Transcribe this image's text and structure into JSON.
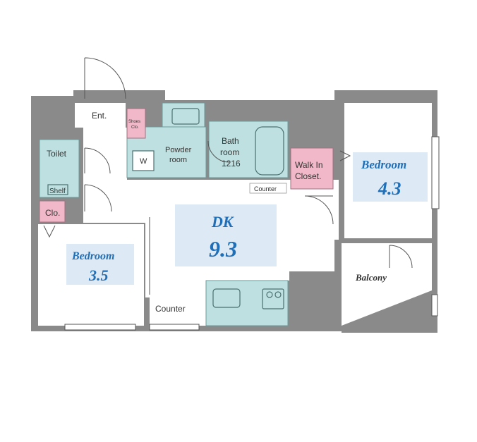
{
  "colors": {
    "wall": "#8a8a8a",
    "wet_area": "#bfe0e0",
    "storage": "#f0b8c8",
    "label_bg": "#dde9f5",
    "label_text": "#1f6fb8"
  },
  "rooms": {
    "entrance": "Ent.",
    "shoes_line1": "Shoes",
    "shoes_line2": "Clo.",
    "toilet": "Toilet",
    "shelf": "Shelf",
    "closet": "Clo.",
    "powder_line1": "Powder",
    "powder_line2": "room",
    "washer": "W",
    "bath_line1": "Bath",
    "bath_line2": "room",
    "bath_line3": "1216",
    "walkin_line1": "Walk In",
    "walkin_line2": "Closet.",
    "counter_top": "Counter",
    "counter_bottom": "Counter",
    "balcony": "Balcony"
  },
  "room_labels": {
    "dk_name": "DK",
    "dk_size": "9.3",
    "bedroom_right_name": "Bedroom",
    "bedroom_right_size": "4.3",
    "bedroom_left_name": "Bedroom",
    "bedroom_left_size": "3.5"
  }
}
